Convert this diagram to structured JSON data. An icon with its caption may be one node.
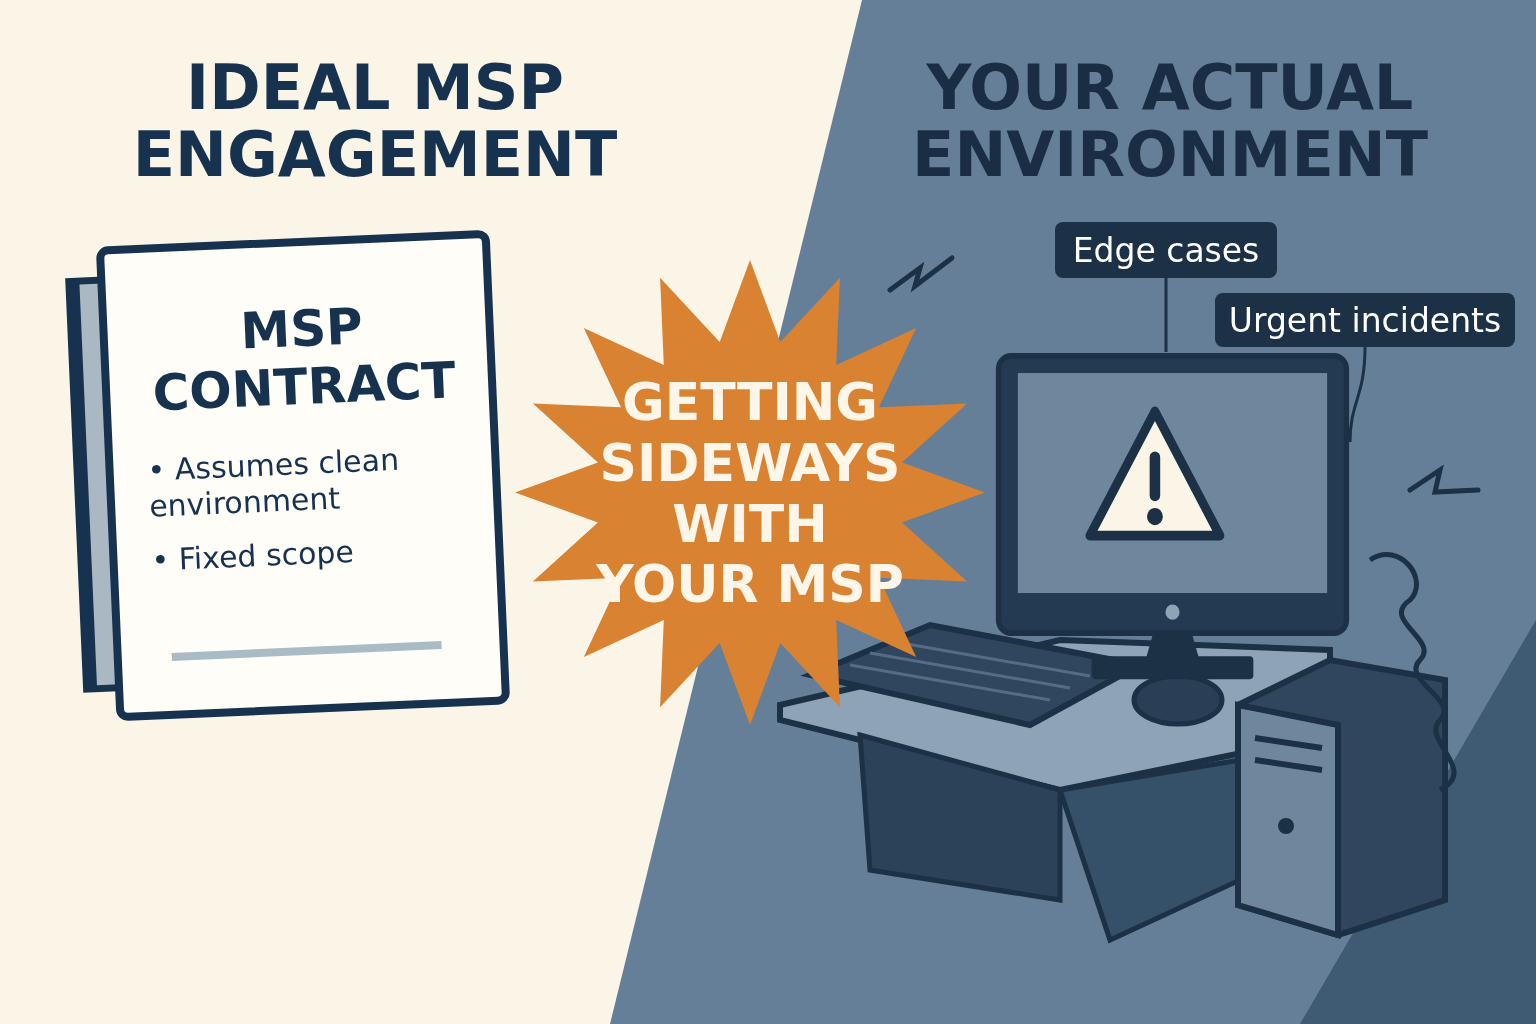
{
  "diagram": {
    "nodes": [
      {
        "text": [
          "MSP CONTRACT",
          "• Assumes clean environment",
          "• Fixed scope"
        ]
      },
      {
        "text": [
          "GETTING SIDEWAYS WITH YOUR MSP"
        ]
      },
      {
        "text": [
          "Edge cases"
        ]
      },
      {
        "text": [
          "Urgent incidents"
        ]
      },
      {
        "text": [],
        "shape": "picture"
      }
    ],
    "edges": [
      {
        "from": 2,
        "to": 4,
        "arrow": "none"
      },
      {
        "from": 3,
        "to": 4,
        "arrow": "none"
      }
    ],
    "labels": [
      "IDEAL MSP ENGAGEMENT",
      "YOUR ACTUAL ENVIRONMENT"
    ]
  }
}
